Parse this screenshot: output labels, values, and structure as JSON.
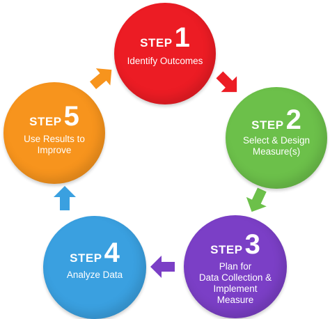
{
  "steps": [
    {
      "word": "STEP",
      "number": "1",
      "lines": [
        "Identify Outcomes"
      ],
      "color": "#ec1c24"
    },
    {
      "word": "STEP",
      "number": "2",
      "lines": [
        "Select & Design",
        "Measure(s)"
      ],
      "color": "#6cc04a"
    },
    {
      "word": "STEP",
      "number": "3",
      "lines": [
        "Plan for",
        "Data Collection &",
        "Implement",
        "Measure"
      ],
      "color": "#7b3fc6"
    },
    {
      "word": "STEP",
      "number": "4",
      "lines": [
        "Analyze Data"
      ],
      "color": "#3aa0e0"
    },
    {
      "word": "STEP",
      "number": "5",
      "lines": [
        "Use Results to",
        "Improve"
      ],
      "color": "#f7941d"
    }
  ],
  "arrows": [
    {
      "from": "1",
      "to": "2",
      "color": "#ec1c24"
    },
    {
      "from": "2",
      "to": "3",
      "color": "#6cc04a"
    },
    {
      "from": "3",
      "to": "4",
      "color": "#7b3fc6"
    },
    {
      "from": "4",
      "to": "5",
      "color": "#3aa0e0"
    },
    {
      "from": "5",
      "to": "1",
      "color": "#f7941d"
    }
  ]
}
